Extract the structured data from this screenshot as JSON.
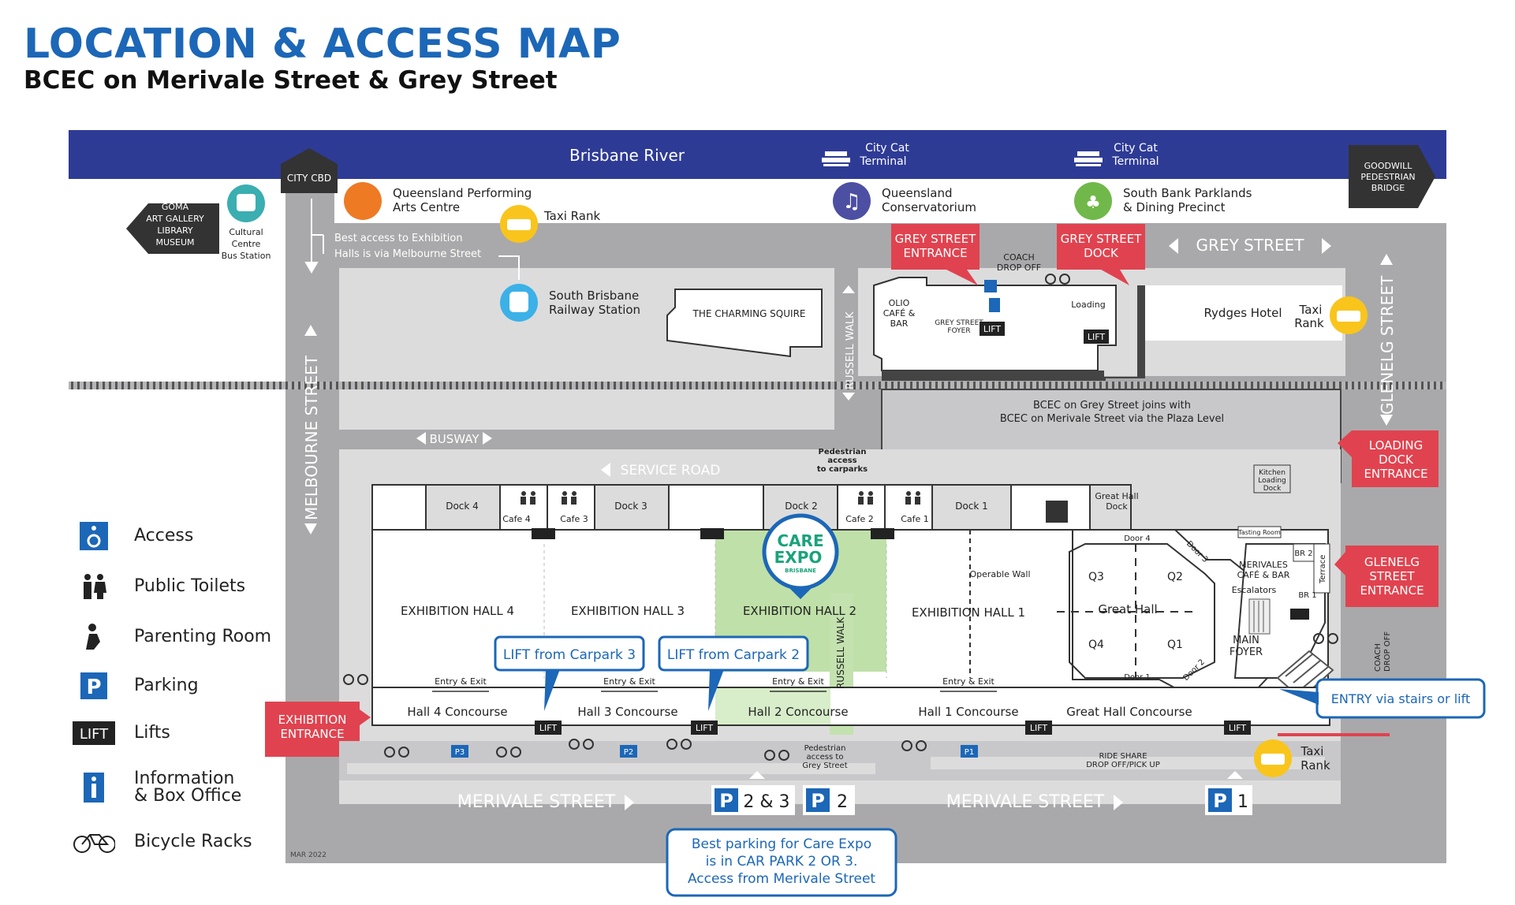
{
  "header": {
    "title": "LOCATION & ACCESS MAP",
    "subtitle": "BCEC on Merivale Street & Grey Street"
  },
  "colors": {
    "river": "#2e3b95",
    "map_bg": "#a9a9ab",
    "block": "#dcdcdd",
    "road": "#c8c8ca",
    "accent_red": "#e0434f",
    "brand_blue": "#1c67b7",
    "highlight_green": "#bfe0a8",
    "dark_sign": "#333333"
  },
  "map": {
    "river_label": "Brisbane River",
    "citycat_terminal_1": [
      "City Cat",
      "Terminal"
    ],
    "citycat_terminal_2": [
      "City Cat",
      "Terminal"
    ],
    "city_cbd": "CITY CBD",
    "goma_sign": [
      "GOMA",
      "ART GALLERY",
      "LIBRARY",
      "MUSEUM"
    ],
    "goodwill_bridge": [
      "GOODWILL",
      "PEDESTRIAN",
      "BRIDGE"
    ],
    "cultural_centre": [
      "Cultural",
      "Centre",
      "Bus Station"
    ],
    "qpac": [
      "Queensland Performing",
      "Arts Centre"
    ],
    "taxi_rank_top": "Taxi Rank",
    "conservatorium": [
      "Queensland",
      "Conservatorium"
    ],
    "south_bank": [
      "South Bank Parklands",
      "& Dining Precinct"
    ],
    "best_access_note": [
      "Best access to Exhibition",
      "Halls is via Melbourne Street"
    ],
    "railway_station": [
      "South Brisbane",
      "Railway Station"
    ],
    "charming_squire": "THE CHARMING SQUIRE",
    "grey_street_entrance": [
      "GREY STREET",
      "ENTRANCE"
    ],
    "grey_street_dock": [
      "GREY STREET",
      "DOCK"
    ],
    "coach_drop_off_top": [
      "COACH",
      "DROP OFF"
    ],
    "grey_street": "GREY STREET",
    "olio": [
      "OLIO",
      "CAFÉ &",
      "BAR"
    ],
    "grey_street_foyer": [
      "GREY STREET",
      "FOYER"
    ],
    "loading": "Loading",
    "rydges": "Rydges Hotel",
    "taxi_rank_right": [
      "Taxi",
      "Rank"
    ],
    "glenelg_street": "GLENELG STREET",
    "russell_walk": "RUSSELL WALK",
    "melbourne_street": "MELBOURNE STREET",
    "plaza_note": [
      "BCEC on Grey Street joins with",
      "BCEC on Merivale Street via the Plaza Level"
    ],
    "busway": "BUSWAY",
    "service_road": "SERVICE ROAD",
    "pedestrian_carparks": [
      "Pedestrian",
      "access",
      "to carparks"
    ],
    "loading_dock_entrance": [
      "LOADING",
      "DOCK",
      "ENTRANCE"
    ],
    "glenelg_street_entrance": [
      "GLENELG",
      "STREET",
      "ENTRANCE"
    ],
    "docks": [
      "Dock 4",
      "Dock 3",
      "Dock 2",
      "Dock 1"
    ],
    "great_hall_dock": [
      "Great Hall",
      "Dock"
    ],
    "kitchen_loading_dock": [
      "Kitchen",
      "Loading",
      "Dock"
    ],
    "cafes": [
      "Cafe 4",
      "Cafe 3",
      "Cafe 2",
      "Cafe 1"
    ],
    "care_expo": [
      "CARE",
      "EXPO",
      "BRISBANE"
    ],
    "halls": [
      "EXHIBITION HALL 4",
      "EXHIBITION HALL 3",
      "EXHIBITION HALL 2",
      "EXHIBITION HALL 1"
    ],
    "operable_wall": "Operable Wall",
    "great_hall": "Great Hall",
    "quadrants": [
      "Q3",
      "Q2",
      "Q4",
      "Q1"
    ],
    "doors": [
      "Door 4",
      "Door 3",
      "Door 2",
      "Door 1"
    ],
    "tasting_room": "Tasting Room",
    "br2": "BR 2",
    "br1": "BR 1",
    "terrace": "Terrace",
    "merivales": [
      "MERIVALES",
      "CAFÉ & BAR"
    ],
    "escalators": "Escalators",
    "main_foyer": [
      "MAIN",
      "FOYER"
    ],
    "coach_drop_off_right": [
      "COACH",
      "DROP OFF"
    ],
    "lift_carpark_3": "LIFT from Carpark 3",
    "lift_carpark_2": "LIFT from Carpark 2",
    "entry_exit": "Entry & Exit",
    "concourses": [
      "Hall 4 Concourse",
      "Hall 3 Concourse",
      "Hall 2 Concourse",
      "Hall 1 Concourse",
      "Great Hall Concourse"
    ],
    "russell_walk_lower": "RUSSELL WALK",
    "exhibition_entrance": [
      "EXHIBITION",
      "ENTRANCE"
    ],
    "entry_stairs_lift": "ENTRY via stairs or lift",
    "pedestrian_grey": [
      "Pedestrian",
      "access to",
      "Grey Street"
    ],
    "ride_share": [
      "RIDE SHARE",
      "DROP OFF/PICK UP"
    ],
    "taxi_rank_bottom": [
      "Taxi",
      "Rank"
    ],
    "carpark_markers": [
      "P3",
      "P2",
      "P1"
    ],
    "merivale_street": "MERIVALE STREET",
    "parking_2_3": "2 & 3",
    "parking_2": "2",
    "parking_1": "1",
    "lift_label": "LIFT",
    "best_parking": [
      "Best parking for Care Expo",
      "is in CAR PARK 2 OR 3.",
      "Access from Merivale Street"
    ],
    "date_code": "MAR 2022"
  },
  "legend": [
    {
      "icon": "access-icon",
      "label": "Access"
    },
    {
      "icon": "toilets-icon",
      "label": "Public Toilets"
    },
    {
      "icon": "parenting-room-icon",
      "label": "Parenting Room"
    },
    {
      "icon": "parking-icon",
      "label": "Parking"
    },
    {
      "icon": "lift-icon",
      "label": "Lifts"
    },
    {
      "icon": "information-icon",
      "label": "Information\n& Box Office"
    },
    {
      "icon": "bicycle-icon",
      "label": "Bicycle Racks"
    }
  ]
}
